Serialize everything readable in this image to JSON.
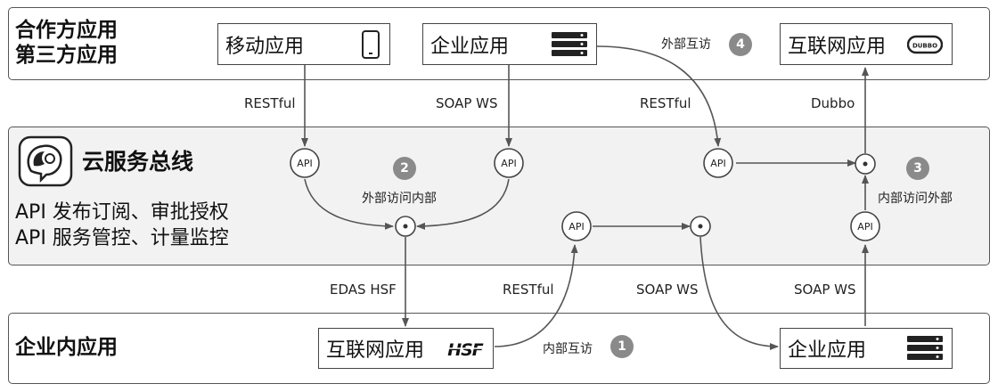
{
  "zones": {
    "partner_apps": {
      "title_line1": "合作方应用",
      "title_line2": "第三方应用"
    },
    "cloud_bus": {
      "title": "云服务总线",
      "desc_line1": "API 发布订阅、审批授权",
      "desc_line2": "API 服务管控、计量监控"
    },
    "internal_apps": {
      "title": "企业内应用"
    }
  },
  "top_apps": {
    "mobile": {
      "label": "移动应用",
      "icon": "phone-icon"
    },
    "enterprise": {
      "label": "企业应用",
      "icon": "server-icon"
    },
    "internet": {
      "label": "互联网应用",
      "icon": "dubbo-logo-icon",
      "logo_text": "DUBBO"
    }
  },
  "bottom_apps": {
    "internet_hsf": {
      "label": "互联网应用",
      "icon": "hsf-logo-icon",
      "logo_text": "HSF"
    },
    "enterprise": {
      "label": "企业应用",
      "icon": "server-icon"
    }
  },
  "api_node_label": "API",
  "edge_labels": {
    "restful_1": "RESTful",
    "soap_1": "SOAP WS",
    "restful_2": "RESTful",
    "dubbo": "Dubbo",
    "edas_hsf": "EDAS HSF",
    "restful_3": "RESTful",
    "soap_2": "SOAP WS",
    "soap_3": "SOAP WS"
  },
  "scenarios": [
    {
      "number": "1",
      "label": "内部互访"
    },
    {
      "number": "2",
      "label": "外部访问内部"
    },
    {
      "number": "3",
      "label": "内部访问外部"
    },
    {
      "number": "4",
      "label": "外部互访"
    }
  ],
  "colors": {
    "line": "#555555",
    "badge": "#8a8a8a",
    "mid_zone_fill": "#f2f2f2"
  }
}
